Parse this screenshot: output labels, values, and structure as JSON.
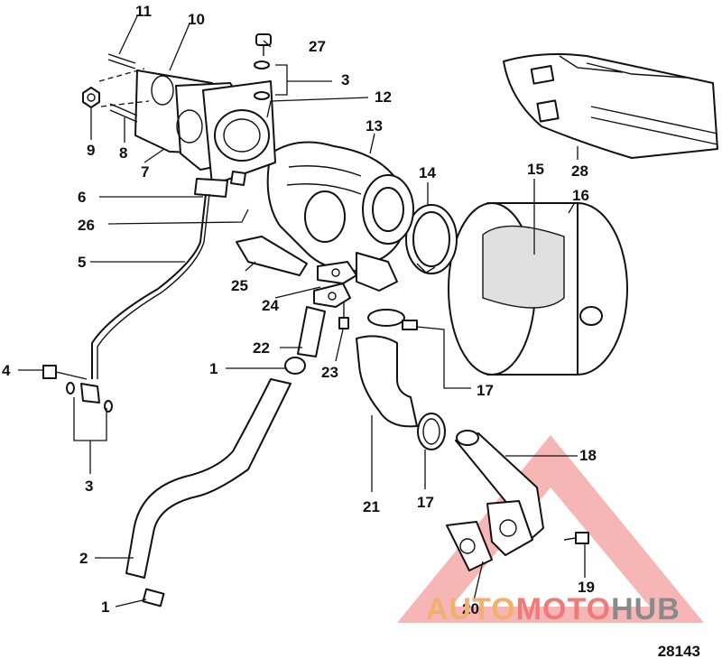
{
  "figure_number": "28143",
  "watermark": {
    "part1": "AUTO",
    "part2": "MOTO",
    "part3": "HUB",
    "color_a": "#f2b06e",
    "color_b": "#f07a7a",
    "color_c": "#8a8a8a"
  },
  "callouts": {
    "c1a": "1",
    "c1b": "1",
    "c2": "2",
    "c3a": "3",
    "c3b": "3",
    "c4": "4",
    "c5": "5",
    "c6": "6",
    "c7": "7",
    "c8": "8",
    "c9": "9",
    "c10": "10",
    "c11": "11",
    "c12": "12",
    "c13": "13",
    "c14": "14",
    "c15": "15",
    "c16": "16",
    "c17a": "17",
    "c17b": "17",
    "c18": "18",
    "c19": "19",
    "c20": "20",
    "c21": "21",
    "c22": "22",
    "c23": "23",
    "c24": "24",
    "c25": "25",
    "c26": "26",
    "c27": "27",
    "c28": "28"
  }
}
